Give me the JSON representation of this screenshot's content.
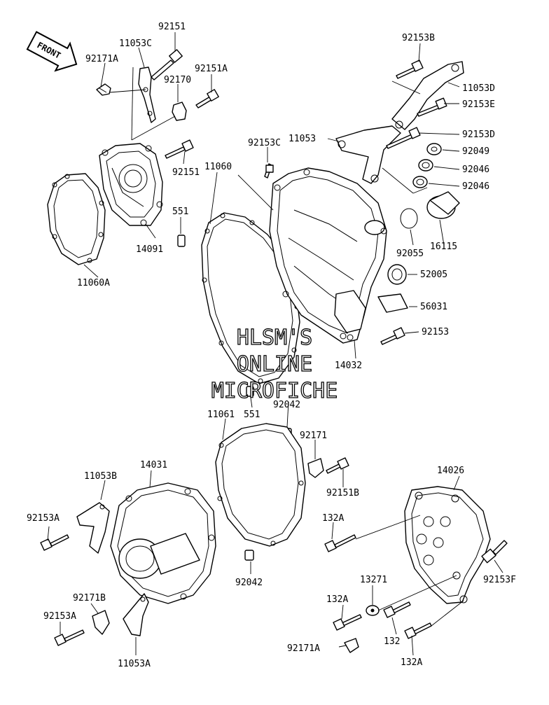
{
  "front_badge": "FRONT",
  "watermark": {
    "line1": "HLSM'S",
    "line2": "ONLINE",
    "line3": "MICROFICHE"
  },
  "part_labels": {
    "p92151_top": "92151",
    "p11053C": "11053C",
    "p92171A_top": "92171A",
    "p92170": "92170",
    "p92151A": "92151A",
    "p92151_mid": "92151",
    "p14091": "14091",
    "p11060A": "11060A",
    "p11060": "11060",
    "p551_top": "551",
    "p92153B": "92153B",
    "p11053D": "11053D",
    "p92153E": "92153E",
    "p11053": "11053",
    "p92153D": "92153D",
    "p92153C": "92153C",
    "p92049": "92049",
    "p92046_a": "92046",
    "p92046_b": "92046",
    "p92055": "92055",
    "p16115": "16115",
    "p52005": "52005",
    "p56031": "56031",
    "p92153": "92153",
    "p14032": "14032",
    "p551_bot": "551",
    "p92042_top": "92042",
    "p11061": "11061",
    "p92171": "92171",
    "p92151B": "92151B",
    "p14031": "14031",
    "p11053B": "11053B",
    "p92153A_top": "92153A",
    "p92042_bot": "92042",
    "p92171B": "92171B",
    "p92153A_bot": "92153A",
    "p11053A": "11053A",
    "p14026": "14026",
    "p132A_top": "132A",
    "p92153F": "92153F",
    "p13271": "13271",
    "p132A_mid": "132A",
    "p132": "132",
    "p92171A_bot": "92171A",
    "p132A_bot": "132A"
  }
}
